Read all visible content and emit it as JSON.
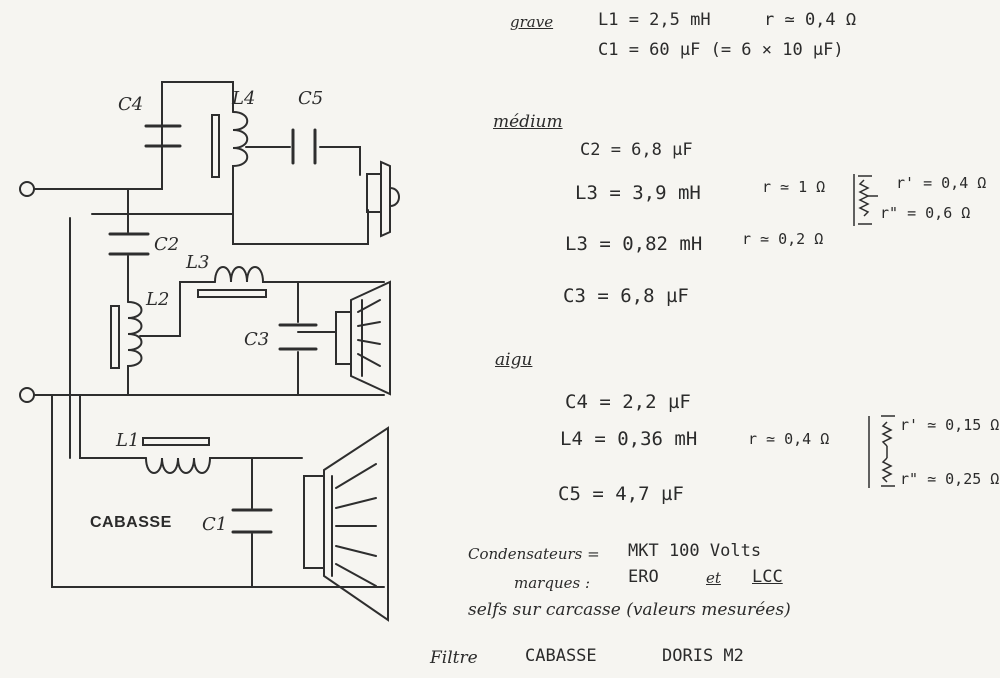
{
  "schematic": {
    "labels": {
      "C4": "C4",
      "L4": "L4",
      "C5": "C5",
      "C2": "C2",
      "L3": "L3",
      "L2": "L2",
      "C3": "C3",
      "L1": "L1",
      "C1": "C1"
    },
    "brand": "CABASSE"
  },
  "grave": {
    "heading": "grave",
    "l1": "L1 = 2,5 mH",
    "l1_r": "r ≃ 0,4 Ω",
    "c1": "C1 = 60 µF (= 6 × 10 µF)"
  },
  "medium": {
    "heading": "médium",
    "c2": "C2 = 6,8 µF",
    "l3a": "L3 = 3,9 mH",
    "l3a_r": "r ≃ 1 Ω",
    "l3a_r1": "r' = 0,4 Ω",
    "l3a_r2": "r\" = 0,6 Ω",
    "l3b": "L3 = 0,82 mH",
    "l3b_r": "r ≃ 0,2 Ω",
    "c3": "C3 = 6,8 µF"
  },
  "aigu": {
    "heading": "aigu",
    "c4": "C4 = 2,2 µF",
    "l4": "L4 = 0,36 mH",
    "l4_r": "r ≃ 0,4 Ω",
    "l4_r1": "r' ≃ 0,15 Ω",
    "l4_r2": "r\" ≃ 0,25 Ω",
    "c5": "C5 = 4,7 µF"
  },
  "notes": {
    "condensateurs_label": "Condensateurs =",
    "condensateurs_value": "MKT 100 Volts",
    "marques_label": "marques :",
    "marques_value_1": "ERO",
    "marques_value_2": "et",
    "marques_value_3": "LCC",
    "selfs": "selfs sur carcasse (valeurs mesurées)"
  },
  "footer": {
    "filtre": "Filtre",
    "brand": "CABASSE",
    "model": "DORIS M2"
  }
}
